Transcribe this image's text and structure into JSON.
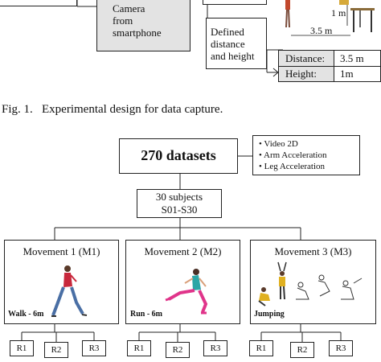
{
  "fig1": {
    "camera_label": [
      "Camera",
      "from",
      "smartphone"
    ],
    "defined_label": [
      "Defined",
      "distance",
      "and height"
    ],
    "scene_1m": "1 m",
    "scene_35m": "3.5 m",
    "table": {
      "distance_label": "Distance:",
      "distance_value": "3.5 m",
      "height_label": "Height:",
      "height_value": "1m"
    },
    "caption": "Fig. 1.   Experimental design for data capture."
  },
  "fig2": {
    "datasets": "270 datasets",
    "bullets": [
      "Video 2D",
      "Arm Acceleration",
      "Leg Acceleration"
    ],
    "subjects_line1": "30 subjects",
    "subjects_line2": "S01-S30",
    "movements": [
      {
        "title": "Movement 1 (M1)",
        "label": "Walk - 6m"
      },
      {
        "title": "Movement 2 (M2)",
        "label": "Run - 6m"
      },
      {
        "title": "Movement 3 (M3)",
        "label": "Jumping"
      }
    ],
    "repetitions": [
      "R1",
      "R2",
      "R3"
    ]
  }
}
